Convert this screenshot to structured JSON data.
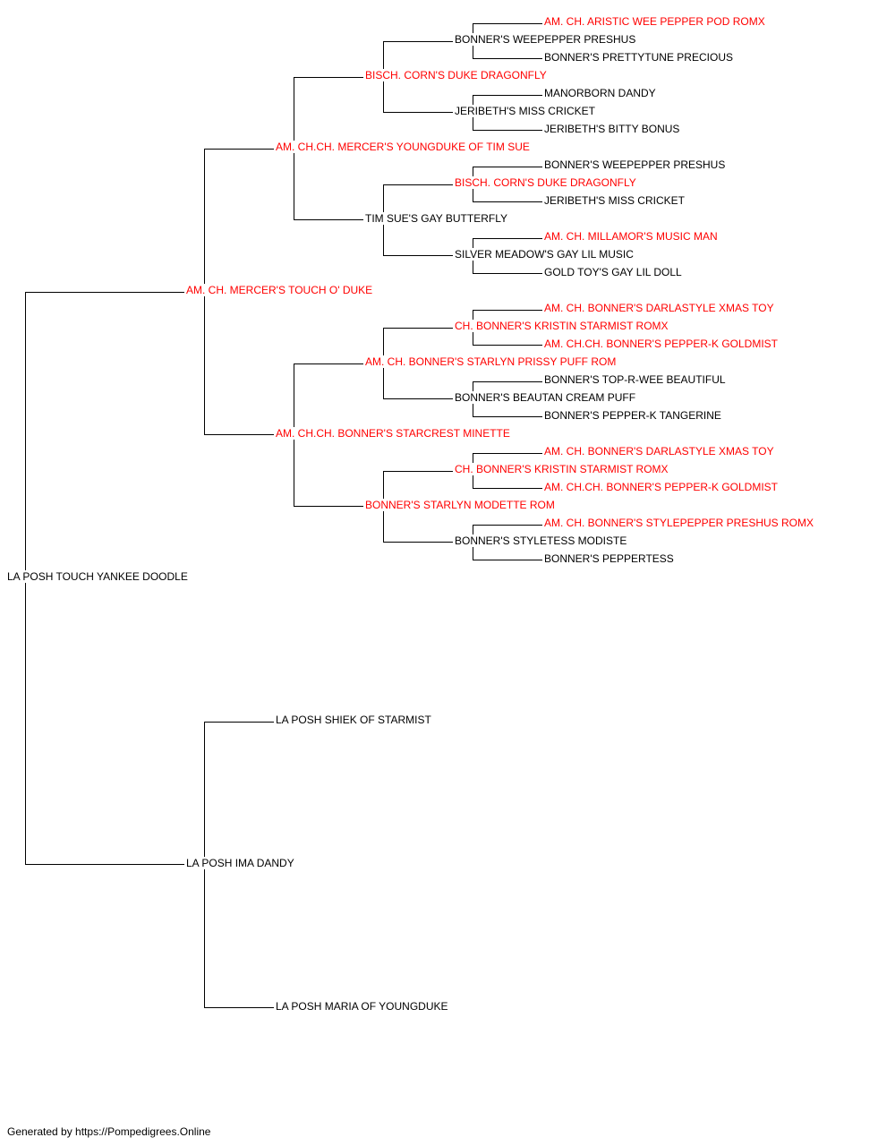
{
  "colors": {
    "champion": "#ff0000",
    "regular": "#000000",
    "line": "#000000"
  },
  "pedigree": {
    "name": "LA POSH TOUCH YANKEE DOODLE",
    "champion": false,
    "sire": {
      "name": "AM. CH. MERCER'S TOUCH O' DUKE",
      "champion": true,
      "sire": {
        "name": "AM. CH.CH. MERCER'S YOUNGDUKE OF TIM SUE",
        "champion": true,
        "sire": {
          "name": "BISCH. CORN'S DUKE DRAGONFLY",
          "champion": true,
          "sire": {
            "name": "BONNER'S WEEPEPPER PRESHUS",
            "champion": false,
            "sire": {
              "name": "AM. CH. ARISTIC WEE PEPPER POD ROMX",
              "champion": true
            },
            "dam": {
              "name": "BONNER'S PRETTYTUNE PRECIOUS",
              "champion": false
            }
          },
          "dam": {
            "name": "JERIBETH'S MISS CRICKET",
            "champion": false,
            "sire": {
              "name": "MANORBORN DANDY",
              "champion": false
            },
            "dam": {
              "name": "JERIBETH'S BITTY BONUS",
              "champion": false
            }
          }
        },
        "dam": {
          "name": "TIM SUE'S GAY BUTTERFLY",
          "champion": false,
          "sire": {
            "name": "BISCH. CORN'S DUKE DRAGONFLY",
            "champion": true,
            "sire": {
              "name": "BONNER'S WEEPEPPER PRESHUS",
              "champion": false
            },
            "dam": {
              "name": "JERIBETH'S MISS CRICKET",
              "champion": false
            }
          },
          "dam": {
            "name": "SILVER MEADOW'S GAY LIL MUSIC",
            "champion": false,
            "sire": {
              "name": "AM. CH. MILLAMOR'S MUSIC MAN",
              "champion": true
            },
            "dam": {
              "name": "GOLD TOY'S GAY LIL DOLL",
              "champion": false
            }
          }
        }
      },
      "dam": {
        "name": "AM. CH.CH. BONNER'S STARCREST MINETTE",
        "champion": true,
        "sire": {
          "name": "AM. CH. BONNER'S STARLYN PRISSY PUFF ROM",
          "champion": true,
          "sire": {
            "name": "CH. BONNER'S KRISTIN STARMIST ROMX",
            "champion": true,
            "sire": {
              "name": "AM. CH. BONNER'S DARLASTYLE XMAS TOY",
              "champion": true
            },
            "dam": {
              "name": "AM. CH.CH. BONNER'S PEPPER-K GOLDMIST",
              "champion": true
            }
          },
          "dam": {
            "name": "BONNER'S BEAUTAN CREAM PUFF",
            "champion": false,
            "sire": {
              "name": "BONNER'S TOP-R-WEE BEAUTIFUL",
              "champion": false
            },
            "dam": {
              "name": "BONNER'S PEPPER-K TANGERINE",
              "champion": false
            }
          }
        },
        "dam": {
          "name": "BONNER'S STARLYN MODETTE ROM",
          "champion": true,
          "sire": {
            "name": "CH. BONNER'S KRISTIN STARMIST ROMX",
            "champion": true,
            "sire": {
              "name": "AM. CH. BONNER'S DARLASTYLE XMAS TOY",
              "champion": true
            },
            "dam": {
              "name": "AM. CH.CH. BONNER'S PEPPER-K GOLDMIST",
              "champion": true
            }
          },
          "dam": {
            "name": "BONNER'S STYLETESS MODISTE",
            "champion": false,
            "sire": {
              "name": "AM. CH. BONNER'S STYLEPEPPER PRESHUS ROMX",
              "champion": true
            },
            "dam": {
              "name": "BONNER'S PEPPERTESS",
              "champion": false
            }
          }
        }
      }
    },
    "dam": {
      "name": "LA POSH IMA DANDY",
      "champion": false,
      "sire": {
        "name": "LA POSH SHIEK OF STARMIST",
        "champion": false
      },
      "dam": {
        "name": "LA POSH MARIA OF YOUNGDUKE",
        "champion": false
      }
    }
  },
  "footer": {
    "text": "Generated by https://Pompedigrees.Online"
  }
}
